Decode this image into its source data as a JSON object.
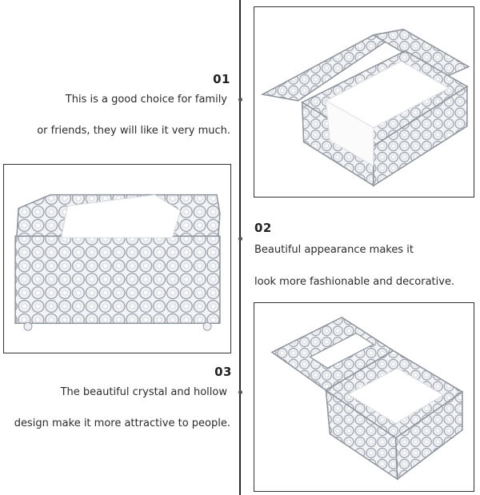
{
  "steps": [
    {
      "number": "01",
      "lines": [
        "This is a good choice for family",
        "or friends, they will like it very much."
      ]
    },
    {
      "number": "02",
      "lines": [
        "Beautiful appearance makes it",
        "look more fashionable and decorative."
      ]
    },
    {
      "number": "03",
      "lines": [
        "The beautiful crystal and hollow",
        "design make it more attractive to people."
      ]
    }
  ],
  "colors": {
    "line": "#2a2a2a",
    "frame": "#333333",
    "crystal_stroke": "#9a9ea6",
    "crystal_fill": "#eef0f4",
    "tissue": "#ffffff"
  },
  "images": [
    {
      "name": "crystal-tissue-box-lid-open-photo"
    },
    {
      "name": "crystal-tissue-box-front-photo"
    },
    {
      "name": "crystal-tissue-box-angled-photo"
    }
  ]
}
